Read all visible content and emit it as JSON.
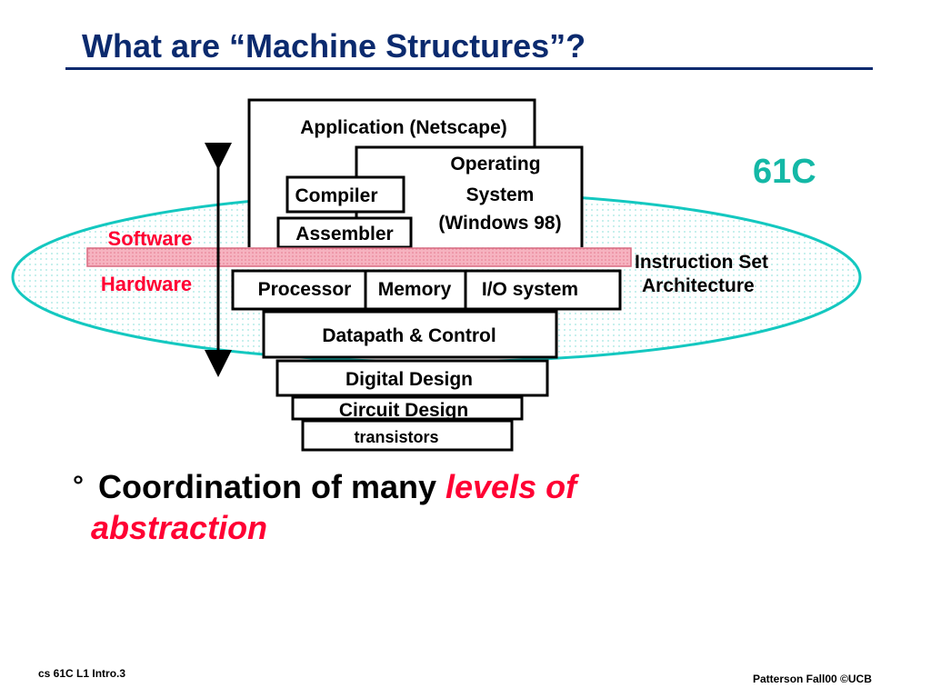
{
  "title": "What are “Machine Structures”?",
  "course_label": "61C",
  "layers": {
    "application": "Application (Netscape)",
    "os_line1": "Operating",
    "os_line2": "System",
    "os_line3": "(Windows 98)",
    "compiler": "Compiler",
    "assembler": "Assembler",
    "processor": "Processor",
    "memory": "Memory",
    "io": "I/O system",
    "datapath": "Datapath & Control",
    "digital": "Digital Design",
    "circuit": "Circuit Design",
    "transistors": "transistors"
  },
  "side_labels": {
    "software": "Software",
    "hardware": "Hardware",
    "isa_line1": "Instruction Set",
    "isa_line2": "Architecture"
  },
  "bullet": {
    "marker": "°",
    "text_plain": "Coordination of many ",
    "text_emph_line1": "levels of",
    "text_emph_line2": "abstraction"
  },
  "footer": {
    "left": "cs 61C  L1 Intro.3",
    "right": "Patterson Fall00  ©UCB"
  },
  "colors": {
    "title": "#0b2a6e",
    "ellipse": "#14c8c0",
    "isa_bar": "#f4a6b4",
    "software": "#ff0033",
    "hardware": "#ff0033",
    "course_label": "#14b8a6",
    "emphasis": "#ff0033"
  }
}
